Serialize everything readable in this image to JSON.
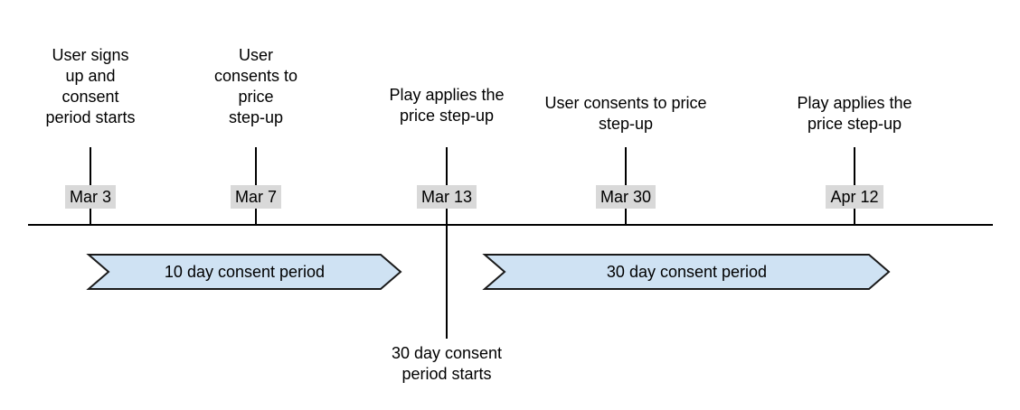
{
  "diagram": {
    "type": "timeline",
    "events": [
      {
        "label": "User signs\nup and\nconsent\nperiod starts",
        "date": "Mar 3"
      },
      {
        "label": "User\nconsents to\nprice\nstep-up",
        "date": "Mar 7"
      },
      {
        "label": "Play applies the\nprice step-up",
        "date": "Mar 13",
        "note_below": "30 day consent\nperiod starts"
      },
      {
        "label": "User consents to price\nstep-up",
        "date": "Mar 30"
      },
      {
        "label": "Play applies the\nprice step-up",
        "date": "Apr 12"
      }
    ],
    "periods": [
      {
        "label": "10 day consent period"
      },
      {
        "label": "30 day consent period"
      }
    ],
    "colors": {
      "background": "#ffffff",
      "period_fill": "#cfe2f3",
      "period_border": "#1a1a1a",
      "date_label_bg": "#d9d9d9",
      "line": "#000000",
      "text": "#000000"
    }
  }
}
